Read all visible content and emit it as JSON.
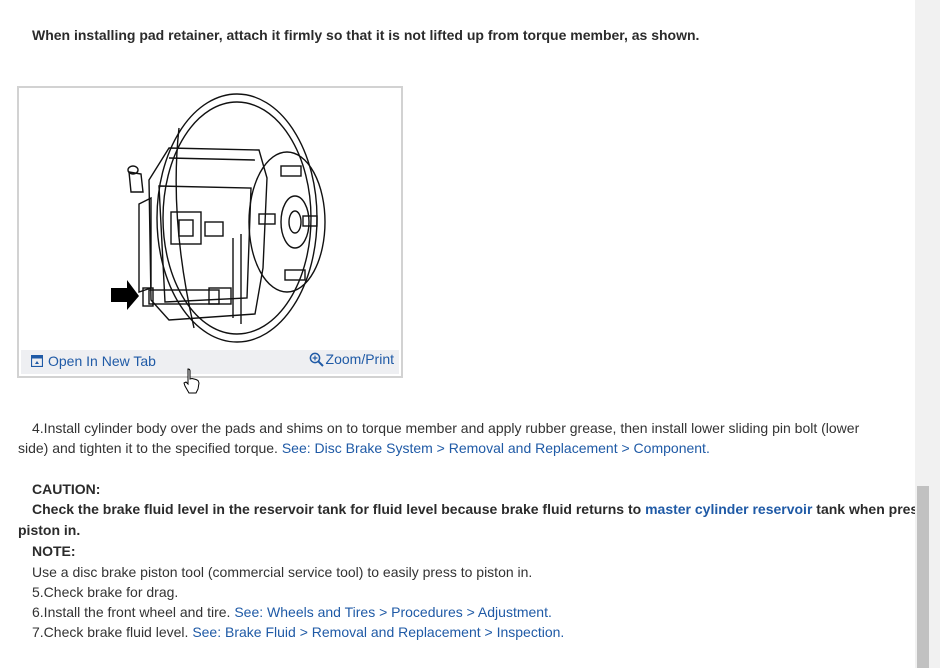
{
  "intro": {
    "text": "When installing pad retainer, attach it firmly so that it is not lifted up from torque member, as shown."
  },
  "figure": {
    "open_tab_label": "Open In New Tab",
    "zoom_label": "Zoom/Print"
  },
  "step4": {
    "line1": "4.Install cylinder body over the pads and shims on to torque member and apply rubber grease, then install lower sliding pin bolt (lower",
    "line2": "side) and tighten it to the specified torque. ",
    "link": "See: Disc Brake System > Removal and Replacement > Component."
  },
  "caution": {
    "heading": "CAUTION:",
    "text_before": "Check the brake fluid level in the reservoir tank for fluid level because brake fluid returns to ",
    "link": "master cylinder reservoir",
    "text_after": " tank when pressing",
    "text_line2": "piston in."
  },
  "note": {
    "heading": "NOTE:",
    "text": "Use a disc brake piston tool (commercial service tool) to easily press to piston in."
  },
  "step5": {
    "text": "5.Check brake for drag."
  },
  "step6": {
    "text": "6.Install the front wheel and tire. ",
    "link": "See: Wheels and Tires > Procedures > Adjustment."
  },
  "step7": {
    "text": "7.Check brake fluid level. ",
    "link": "See: Brake Fluid > Removal and Replacement > Inspection."
  },
  "icons": {
    "open_tab": "open-new-tab-icon",
    "zoom": "zoom-in-icon",
    "cursor": "hand-pointer-icon"
  },
  "colors": {
    "link": "#1f5aa6",
    "toolbar_bg": "#eeeff2",
    "figure_border": "#d2d2d2"
  }
}
